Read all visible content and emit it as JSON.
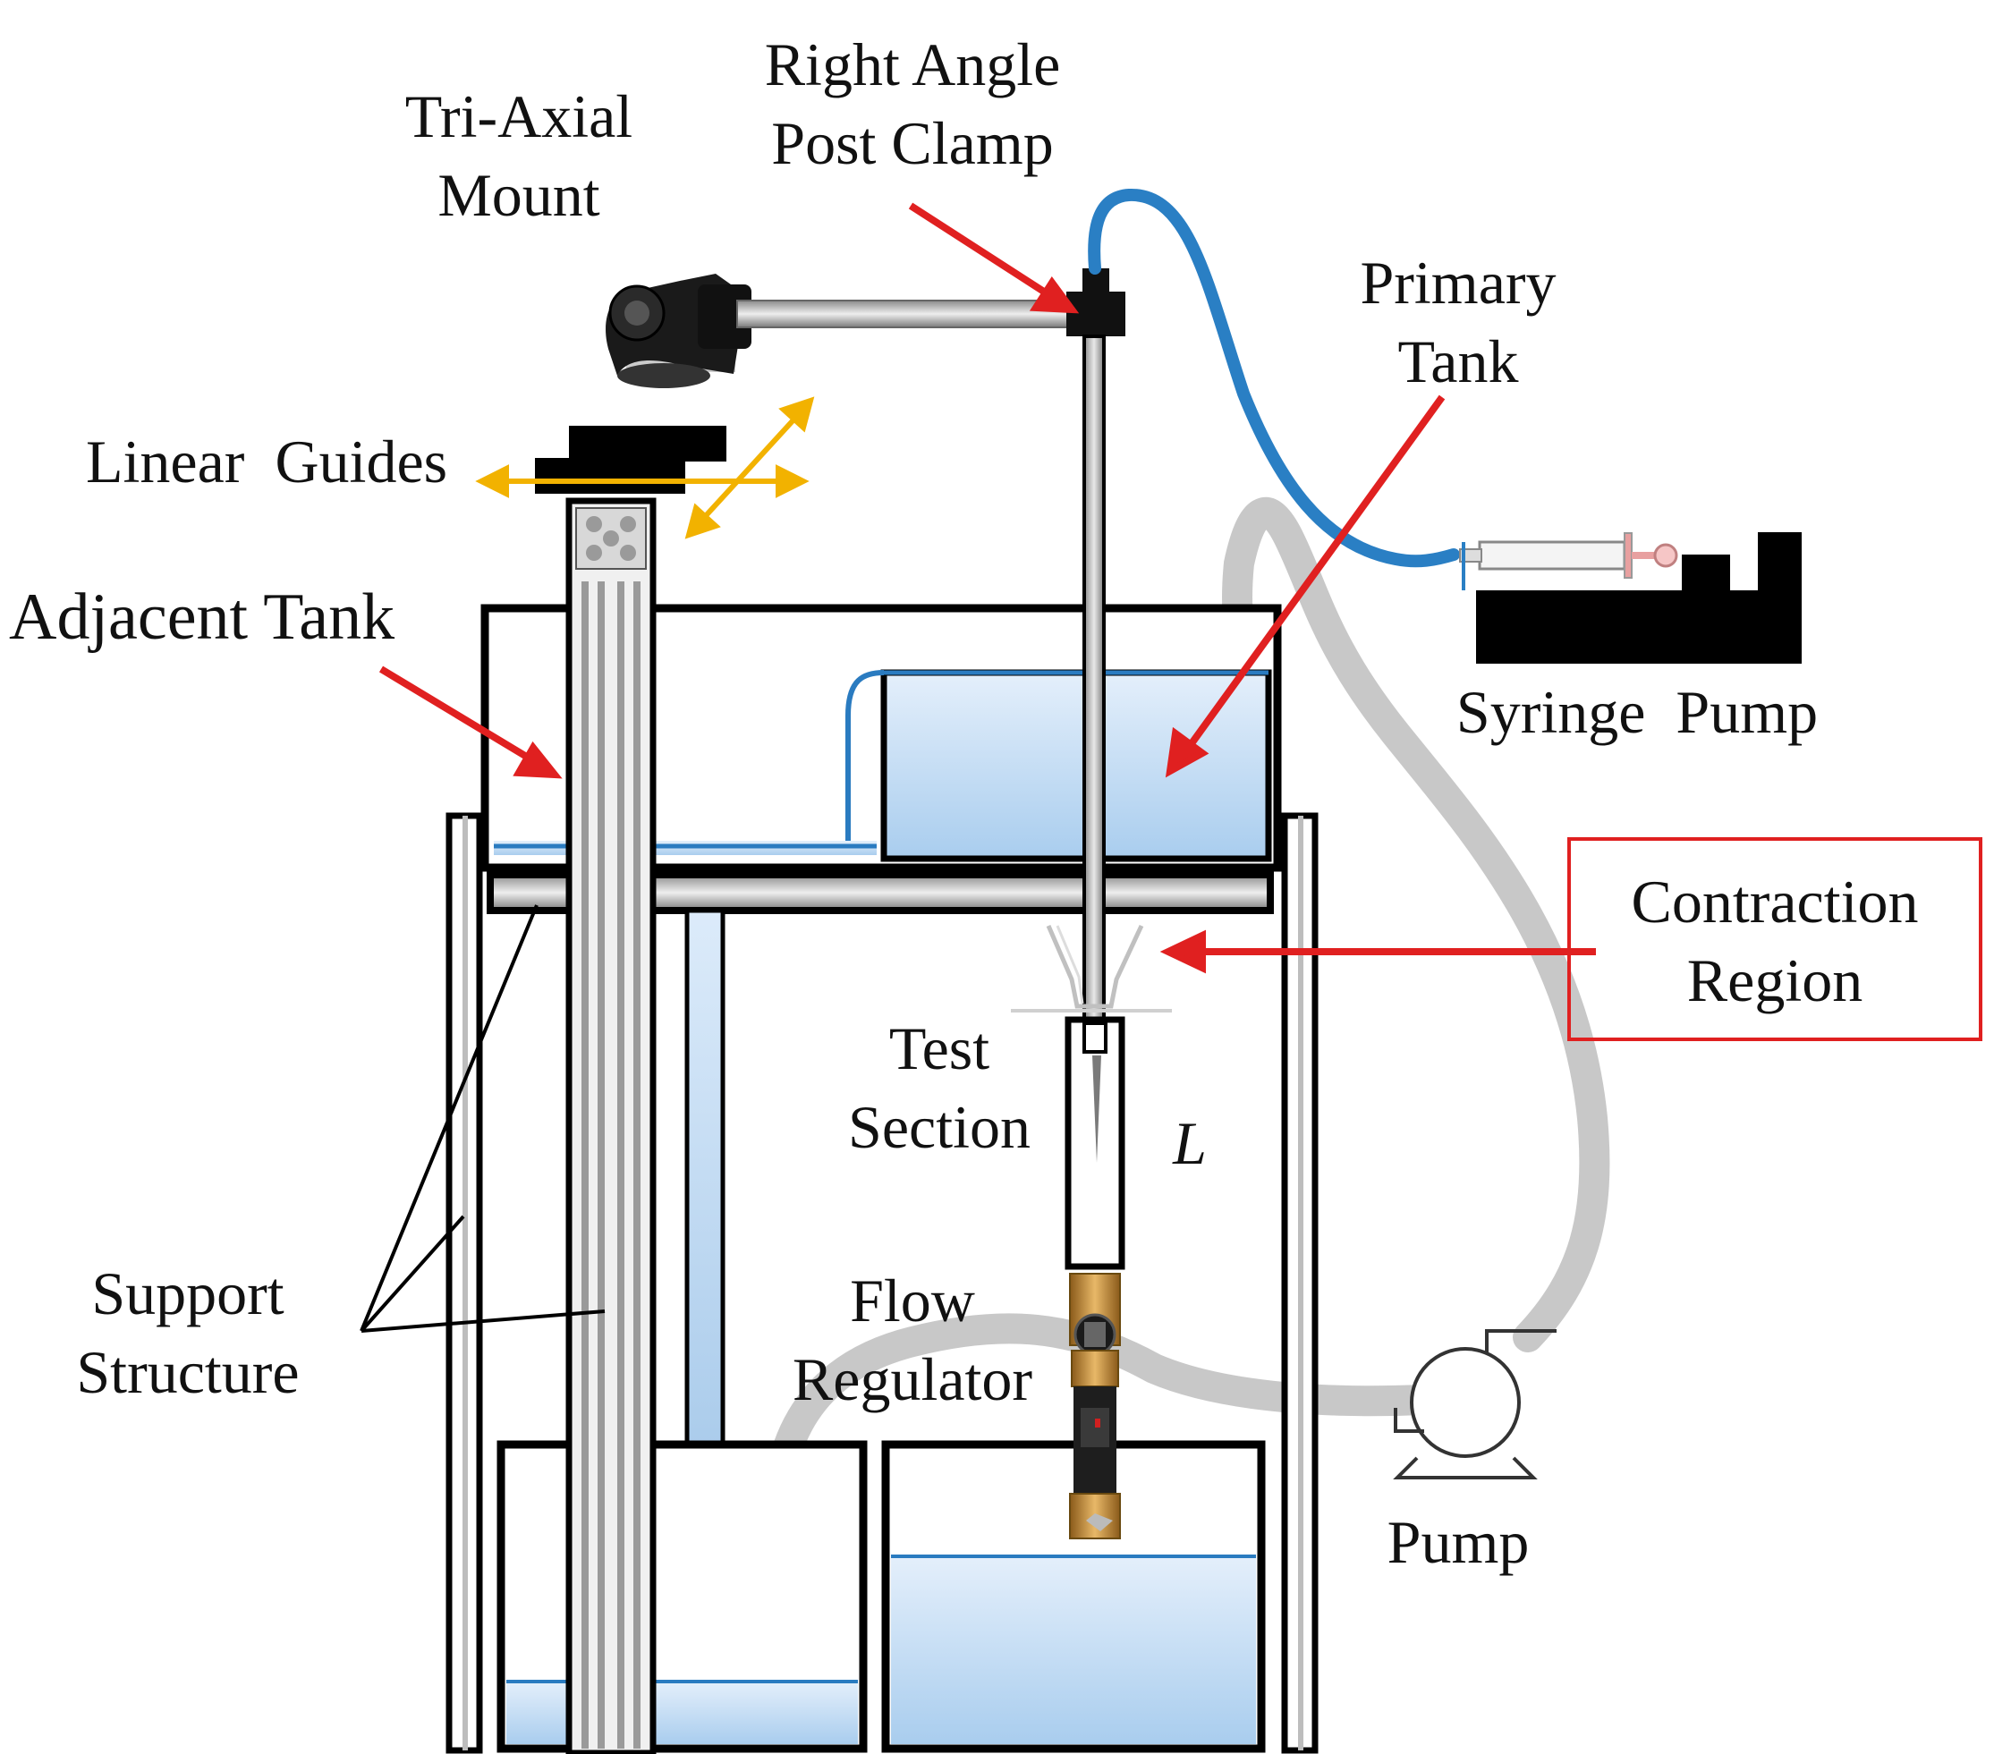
{
  "labels": {
    "tri_axial_mount": [
      "Tri-Axial",
      "Mount"
    ],
    "right_angle_post_clamp": [
      "Right Angle",
      "Post Clamp"
    ],
    "primary_tank": [
      "Primary",
      "Tank"
    ],
    "linear_guides": "Linear  Guides",
    "adjacent_tank": "Adjacent Tank",
    "syringe_pump": "Syringe  Pump",
    "contraction_region": [
      "Contraction",
      "Region"
    ],
    "test_section": [
      "Test",
      "Section"
    ],
    "length_symbol": "L",
    "flow_regulator": [
      "Flow",
      "Regulator"
    ],
    "support_structure": [
      "Support",
      "Structure"
    ],
    "pump": "Pump"
  },
  "colors": {
    "outline": "#000000",
    "water_fill": "#cfe3f7",
    "water_line": "#2a7bc0",
    "blue_tube": "#2a7fc4",
    "grey_hose": "#c8c8c8",
    "arrow_red": "#e02020",
    "guide_arrow_yellow": "#f2b200",
    "rod_metal": "#b8b8b8"
  }
}
